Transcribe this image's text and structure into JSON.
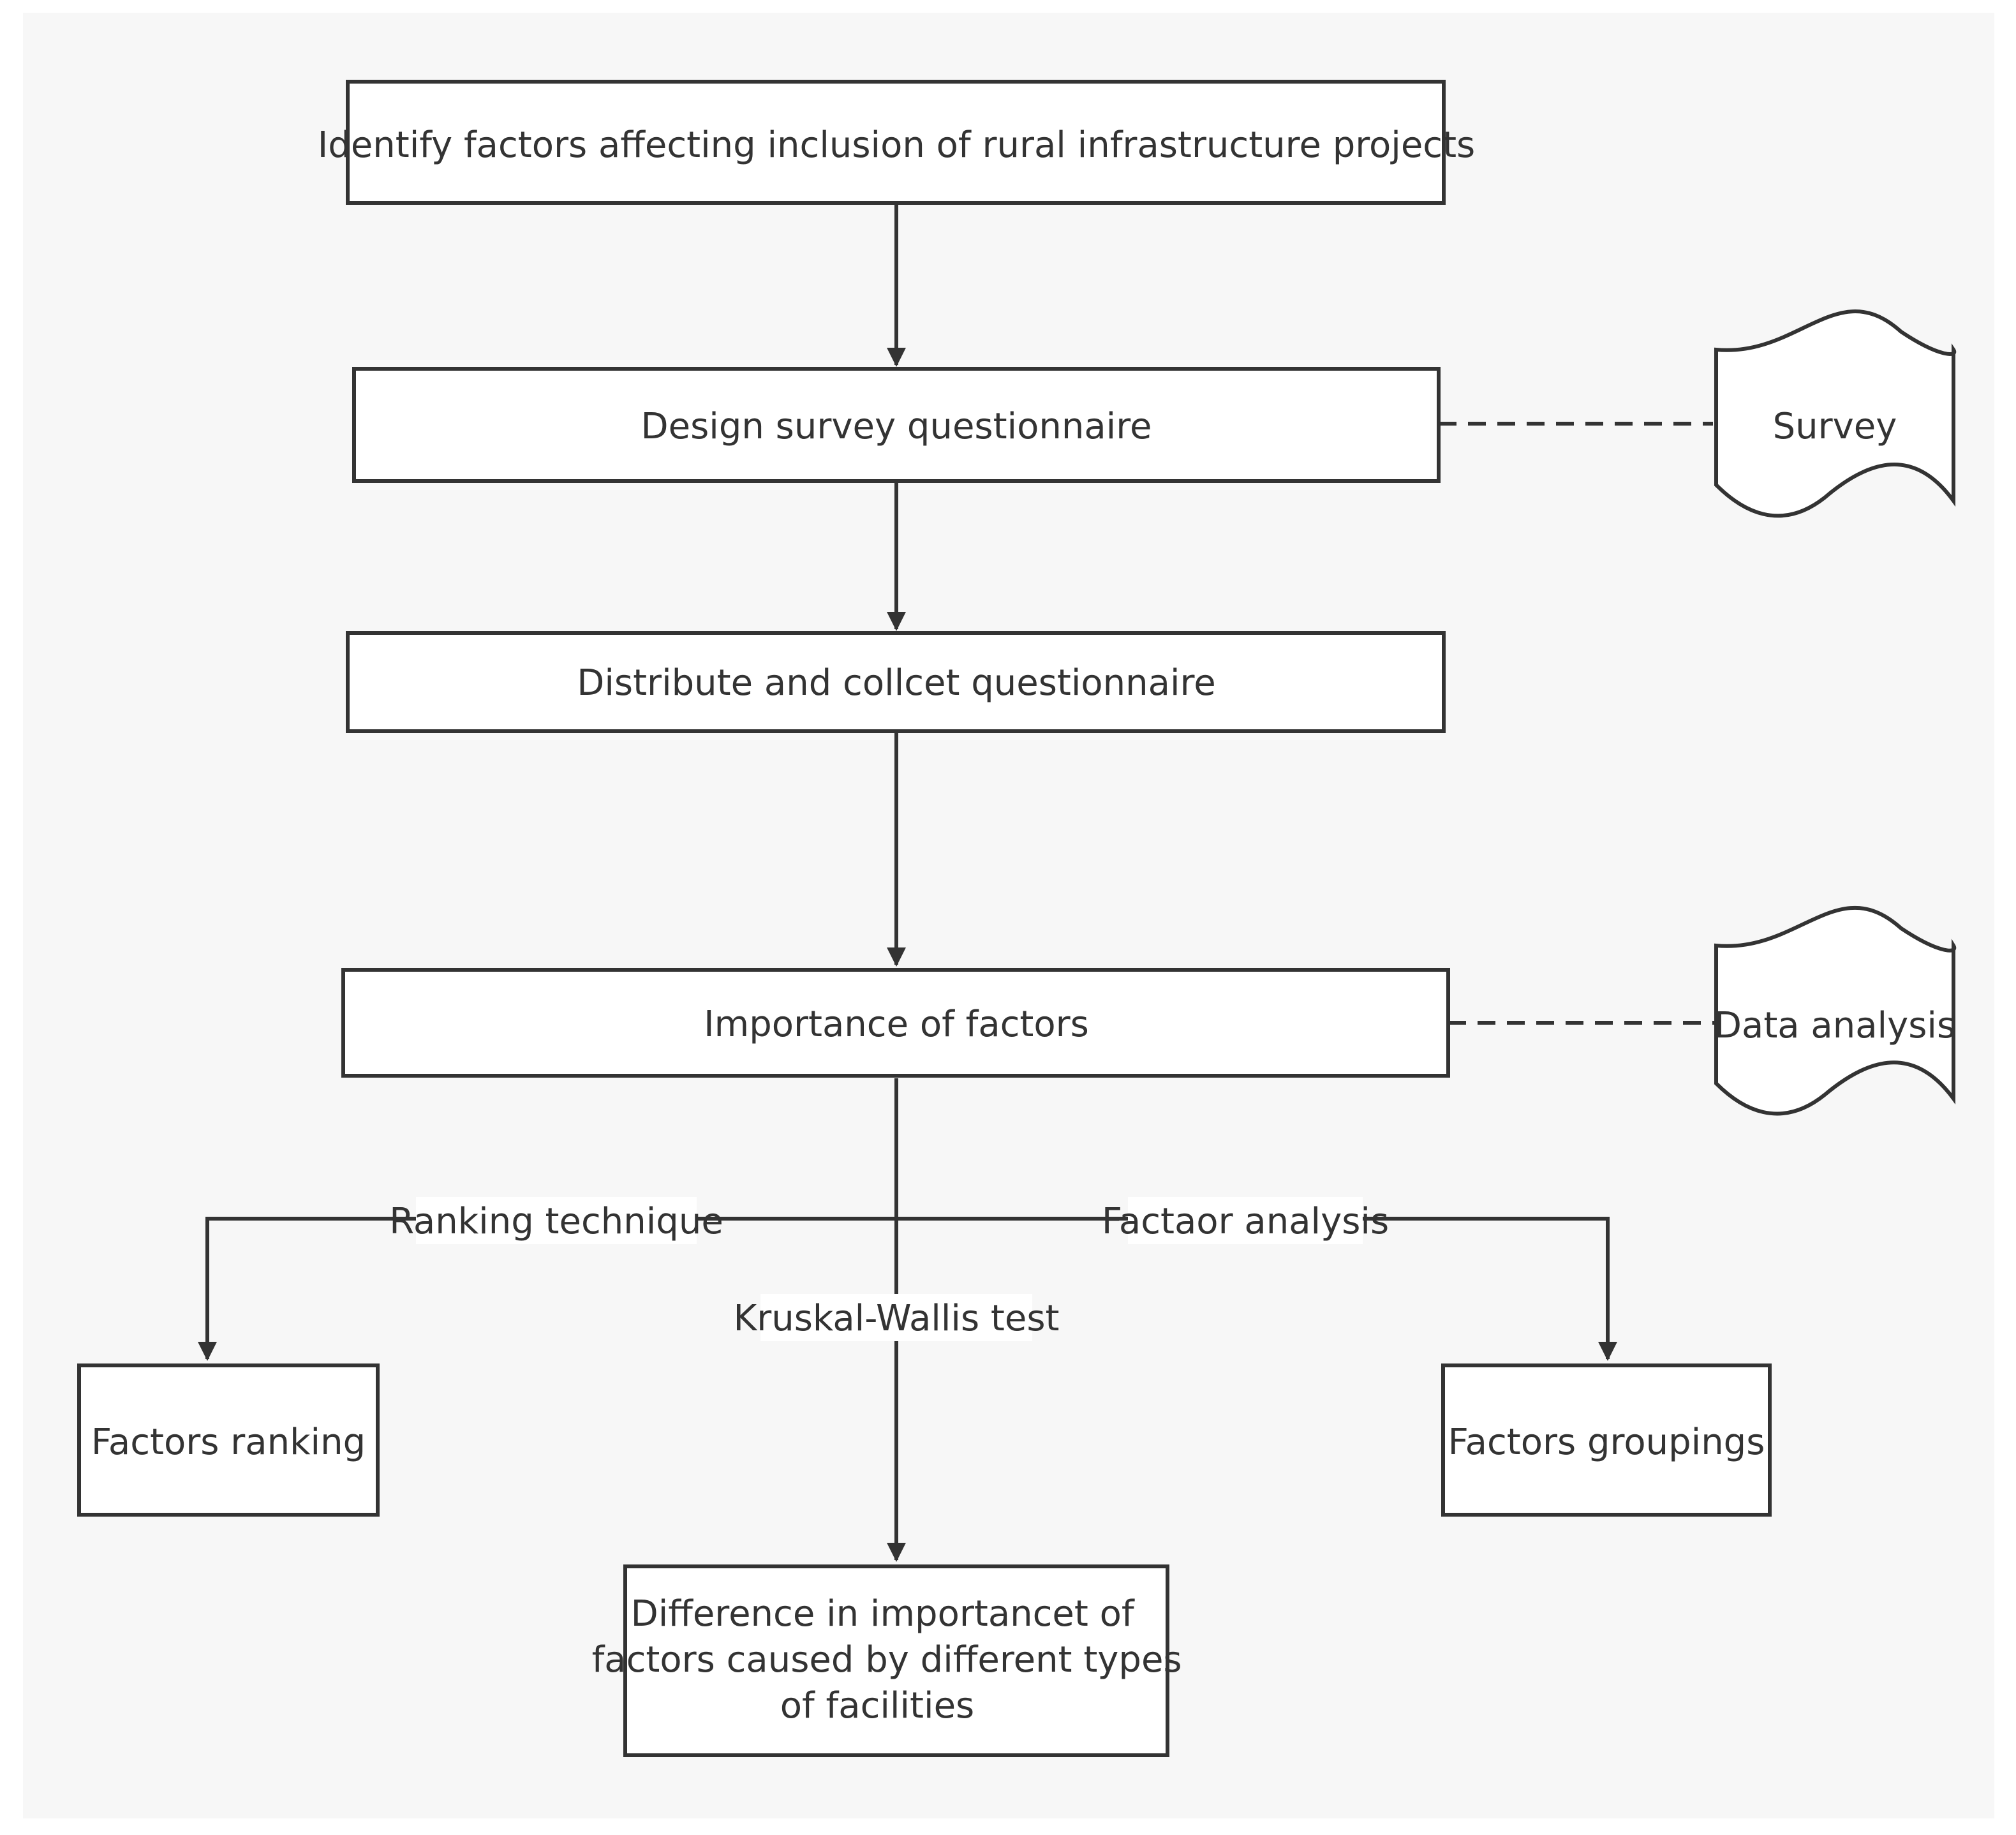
{
  "diagram": {
    "nodes": {
      "identify": "Identify factors affecting inclusion of rural infrastructure projects",
      "design": "Design survey questionnaire",
      "distribute": "Distribute and collcet questionnaire",
      "importance": "Importance of factors",
      "ranking": "Factors ranking",
      "groupings": "Factors groupings",
      "difference": [
        "Difference in importancet of",
        "factors caused by different types",
        "of facilities"
      ]
    },
    "documents": {
      "survey": "Survey",
      "data_analysis": "Data analysis"
    },
    "edge_labels": {
      "ranking_technique": "Ranking technique",
      "factor_analysis": "Factaor analysis",
      "kruskal_wallis": "Kruskal-Wallis test"
    },
    "colors": {
      "page_background": "#ffffff",
      "canvas_background": "#f7f7f7",
      "stroke": "#333333",
      "box_fill": "#ffffff",
      "text": "#333333"
    }
  }
}
